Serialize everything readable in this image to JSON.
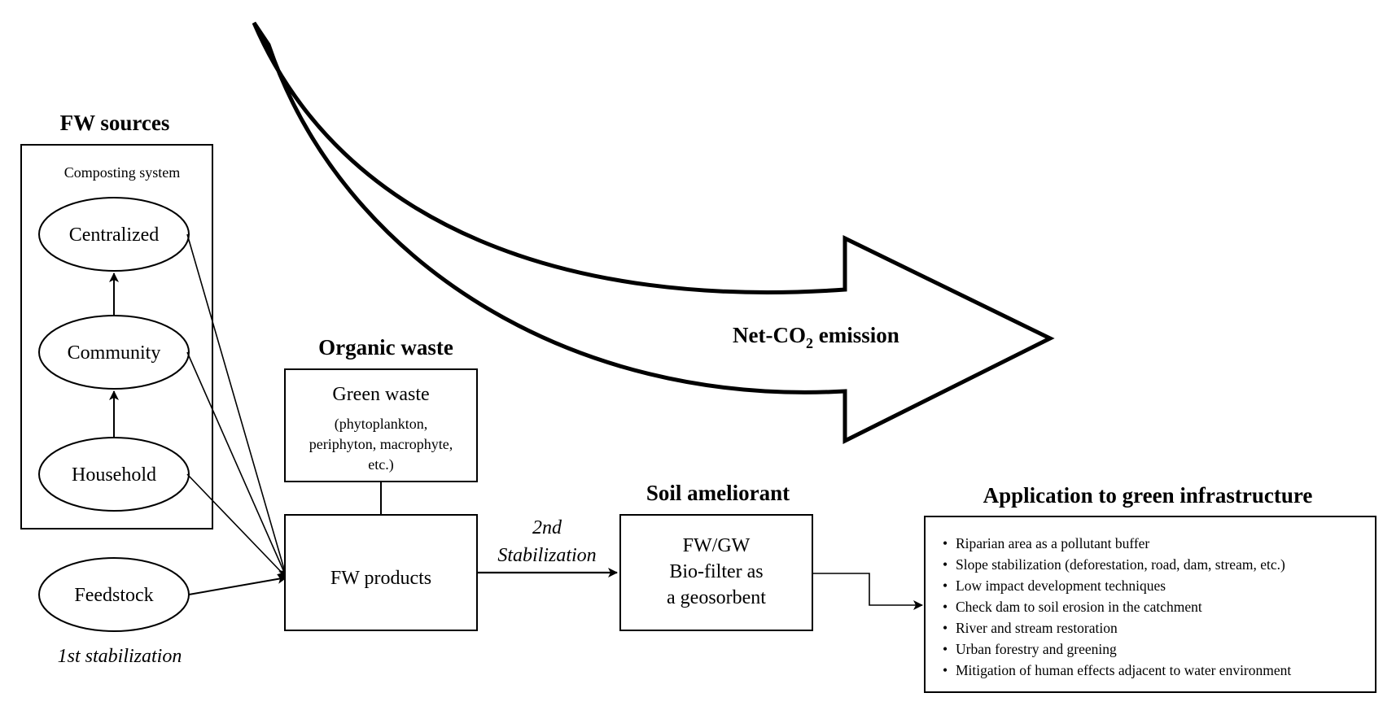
{
  "sections": {
    "fw_sources": "FW sources",
    "organic_waste": "Organic waste",
    "soil_ameliorant": "Soil ameliorant",
    "application": "Application to green infrastructure"
  },
  "composting": {
    "system_label": "Composting system",
    "levels": [
      "Centralized",
      "Community",
      "Household"
    ]
  },
  "feedstock": "Feedstock",
  "first_stabilization": "1st stabilization",
  "green_waste": {
    "title": "Green waste",
    "lines": [
      "(phytoplankton,",
      "periphyton, macrophyte,",
      "etc.)"
    ]
  },
  "fw_products": "FW products",
  "second_stabilization": [
    "2nd",
    "Stabilization"
  ],
  "soil_box_lines": [
    "FW/GW",
    "Bio-filter as",
    "a geosorbent"
  ],
  "emission": {
    "prefix": "Net-CO",
    "subscript": "2",
    "suffix": " emission"
  },
  "applications": [
    "Riparian area as a pollutant buffer",
    "Slope stabilization (deforestation, road, dam, stream, etc.)",
    "Low impact development techniques",
    "Check dam to soil erosion in the catchment",
    "River and stream restoration",
    "Urban forestry and greening",
    "Mitigation of human effects adjacent to water environment"
  ],
  "bullet": "•"
}
